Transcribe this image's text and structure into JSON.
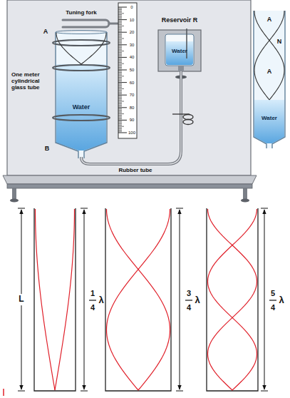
{
  "diagram": {
    "labels": [
      "Tuning fork",
      "Reservoir R",
      "A",
      "One meter cylindrical glass tube",
      "Water",
      "Water",
      "B",
      "Rubber tube",
      "0",
      "10",
      "20",
      "30",
      "40",
      "50",
      "60",
      "70",
      "80",
      "90",
      "100",
      "A",
      "N",
      "A",
      "Water",
      "L",
      "1",
      "4",
      "λ",
      "3",
      "4",
      "λ",
      "5",
      "4",
      "λ"
    ]
  }
}
